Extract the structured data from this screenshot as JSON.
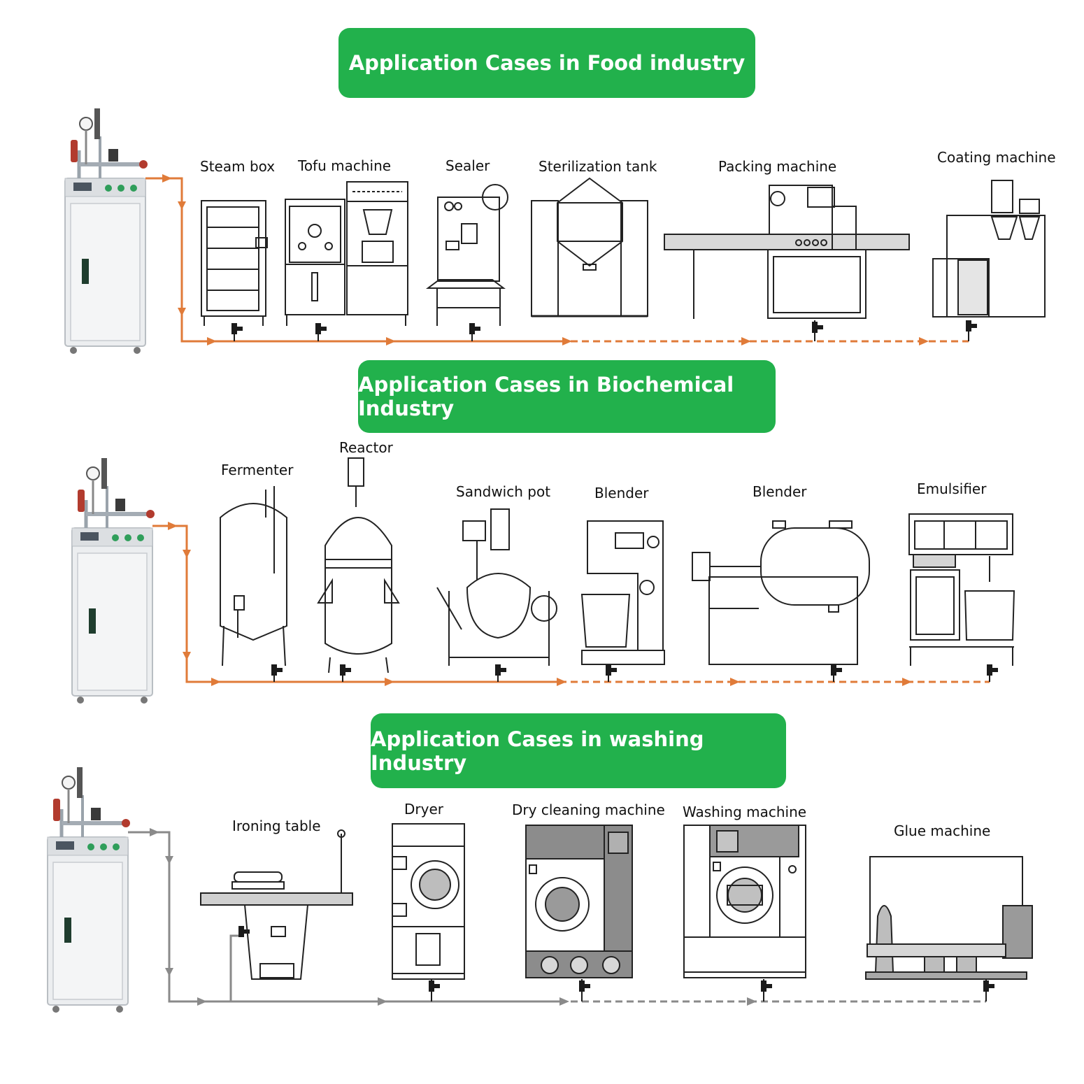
{
  "sections": {
    "food": {
      "title": "Application Cases in Food industry",
      "machines": [
        "Steam box",
        "Tofu machine",
        "Sealer",
        "Sterilization tank",
        "Packing machine",
        "Coating machine"
      ]
    },
    "biochemical": {
      "title": "Application Cases in Biochemical Industry",
      "machines": [
        "Fermenter",
        "Reactor",
        "Sandwich pot",
        "Blender",
        "Blender",
        "Emulsifier"
      ]
    },
    "washing": {
      "title": "Application Cases in washing Industry",
      "machines": [
        "Ironing table",
        "Dryer",
        "Dry cleaning machine",
        "Washing machine",
        "Glue machine"
      ]
    }
  },
  "colors": {
    "banner": "#22b14c",
    "steam_pipe_food": "#e07b39",
    "steam_pipe_bio": "#e07b39",
    "steam_pipe_washing": "#8a8a8a",
    "machine_outline": "#222222"
  },
  "icons": [
    "steam-generator-icon",
    "flow-arrow-icon",
    "valve-icon"
  ]
}
